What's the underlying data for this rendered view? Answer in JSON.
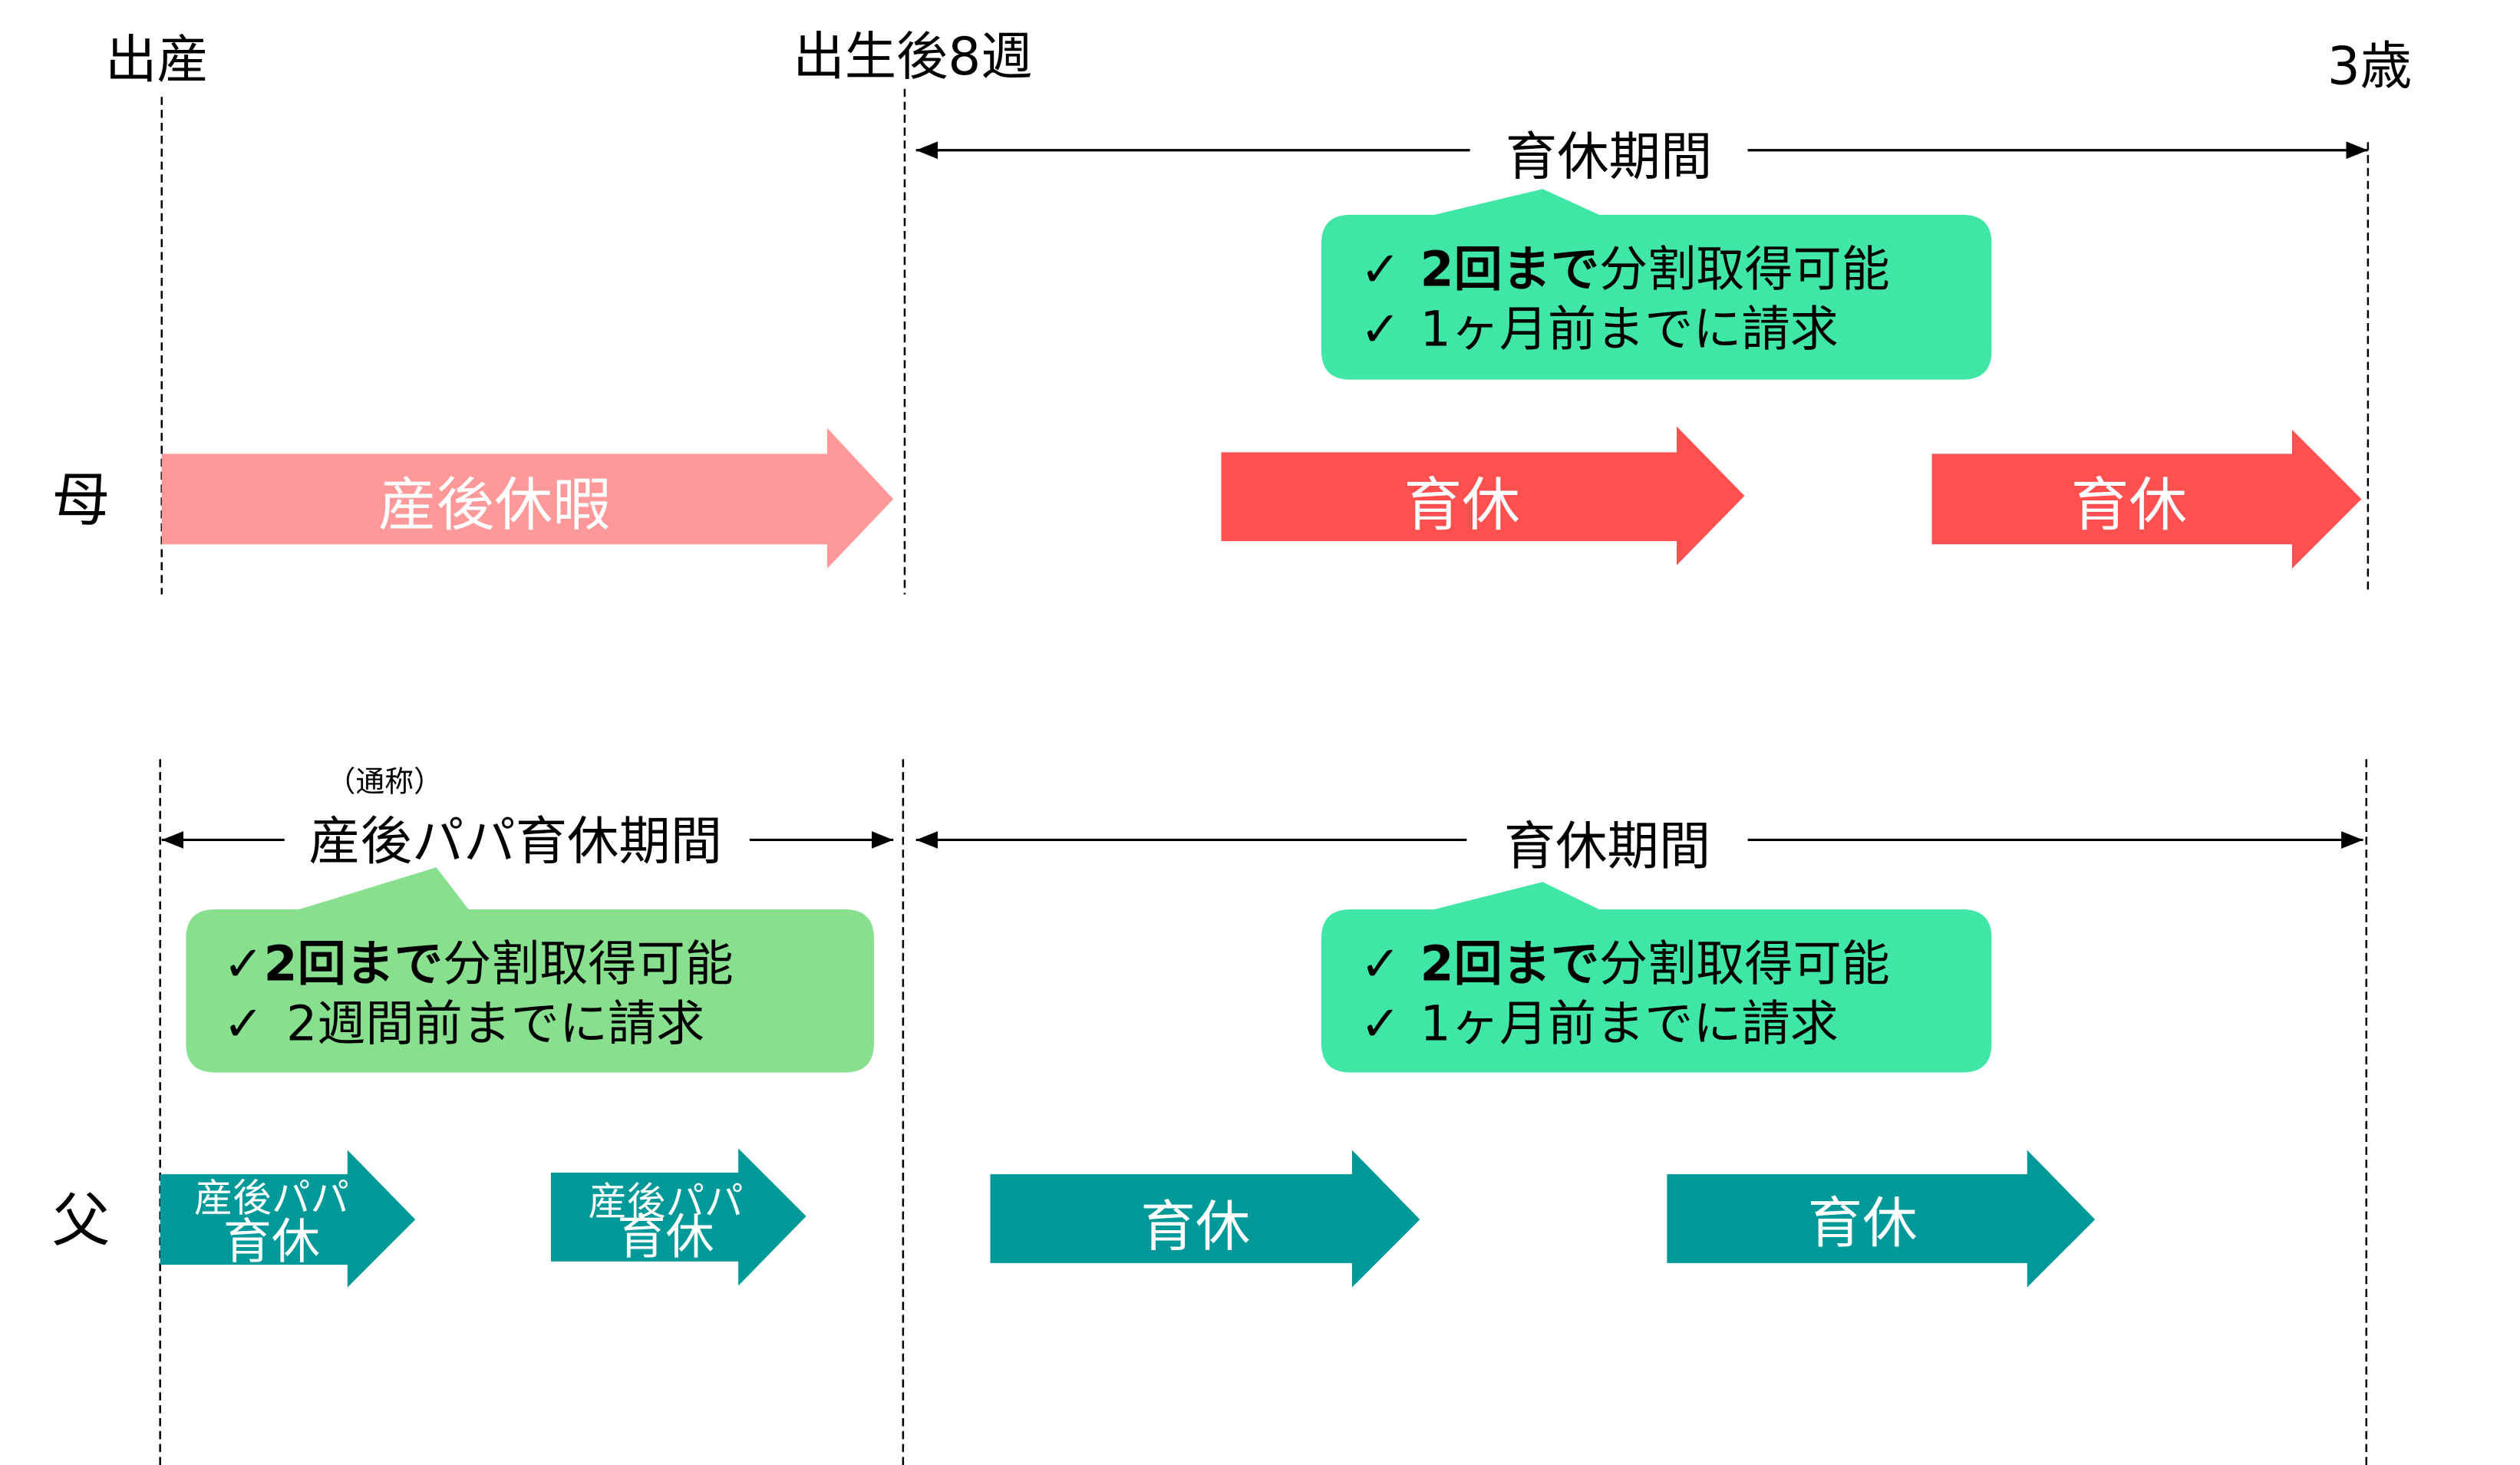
{
  "timeline": {
    "birth": "出産",
    "week8": "出生後8週",
    "age3": "3歳"
  },
  "mother": {
    "label": "母",
    "period_label": "育休期間",
    "callout": {
      "line1_check": "✓",
      "line1_bold": "2回まで",
      "line1_rest": "分割取得可能",
      "line2_check": "✓",
      "line2": "1ヶ月前までに請求"
    },
    "arrows": [
      "産後休暇",
      "育休",
      "育休"
    ]
  },
  "father": {
    "label": "父",
    "papa_period_note": "（通称）",
    "papa_period_label": "産後パパ育休期間",
    "period_label": "育休期間",
    "papa_callout": {
      "line1_check": "✓",
      "line1_bold": "2回まで",
      "line1_rest": "分割取得可能",
      "line2_check": "✓",
      "line2": "2週間前までに請求"
    },
    "callout": {
      "line1_check": "✓",
      "line1_bold": "2回まで",
      "line1_rest": "分割取得可能",
      "line2_check": "✓",
      "line2": "1ヶ月前までに請求"
    },
    "arrows": [
      {
        "line1": "産後パパ",
        "line2": "育休"
      },
      {
        "line1": "産後パパ",
        "line2": "育休"
      },
      {
        "line1": "育休"
      },
      {
        "line1": "育休"
      }
    ]
  },
  "colors": {
    "maternity_leave": "#FF9999",
    "mother_childcare": "#FF5050",
    "father_childcare": "#009999",
    "callout_teal": "#3FE6A5",
    "callout_green": "#88E08F"
  }
}
